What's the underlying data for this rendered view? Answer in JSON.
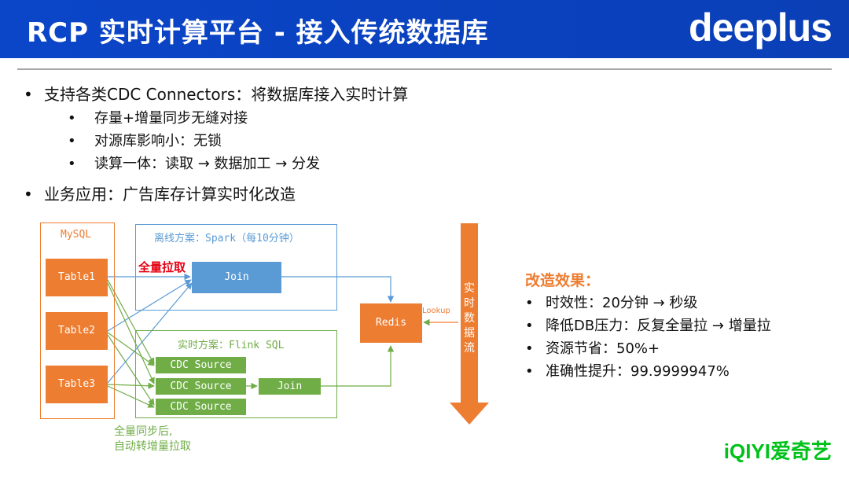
{
  "header": {
    "title": "RCP 实时计算平台 - 接入传统数据库",
    "brand": "deeplus"
  },
  "bullets": {
    "b1": "支持各类CDC Connectors：将数据库接入实时计算",
    "b1_sub": [
      "存量+增量同步无缝对接",
      "对源库影响小：无锁",
      "读算一体：读取 → 数据加工 → 分发"
    ],
    "b2": "业务应用：广告库存计算实时化改造",
    "dot": "•"
  },
  "diagram": {
    "mysql_label": "MySQL",
    "tables": [
      "Table1",
      "Table2",
      "Table3"
    ],
    "offline_label": "离线方案：Spark（每10分钟）",
    "full_pull": "全量拉取",
    "join": "Join",
    "realtime_label": "实时方案：Flink SQL",
    "cdc_sources": [
      "CDC Source",
      "CDC Source",
      "CDC Source"
    ],
    "redis": "Redis",
    "lookup": "Lookup",
    "stream_chars": [
      "实",
      "时",
      "数",
      "据",
      "流"
    ],
    "note_line1": "全量同步后,",
    "note_line2": "自动转增量拉取"
  },
  "effect": {
    "title": "改造效果：",
    "items": [
      "时效性：20分钟 → 秒级",
      "降低DB压力：反复全量拉 → 增量拉",
      "资源节省：50%+",
      "准确性提升：99.9999947%"
    ]
  },
  "footer": {
    "logo": "iQIYI爱奇艺"
  },
  "colors": {
    "header_blue": "#0a41bd",
    "orange": "#ed7d31",
    "green": "#70ad47",
    "blue": "#5b9bd5",
    "red": "#e60012"
  }
}
